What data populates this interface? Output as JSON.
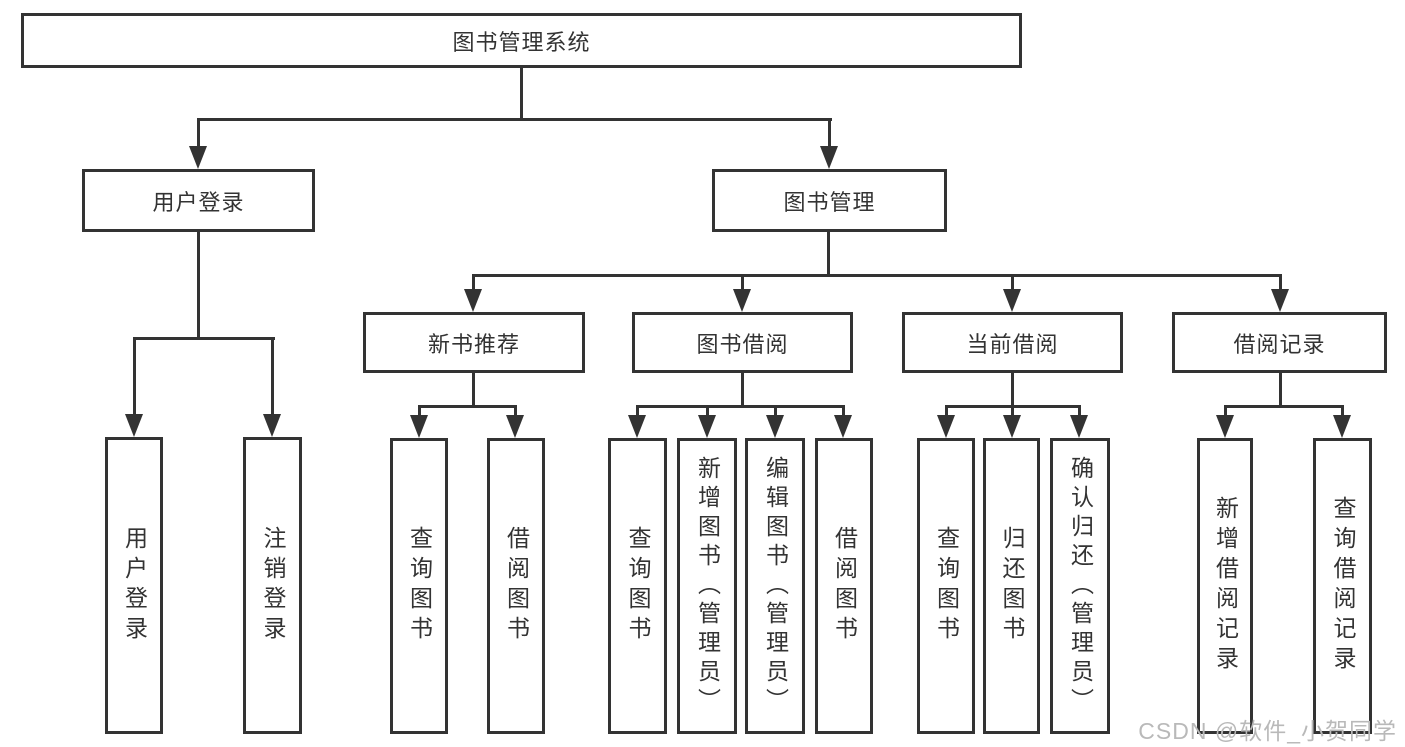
{
  "tree": {
    "label": "图书管理系统",
    "children": [
      {
        "label": "用户登录",
        "children": [
          {
            "label": "用户登录"
          },
          {
            "label": "注销登录"
          }
        ]
      },
      {
        "label": "图书管理",
        "children": [
          {
            "label": "新书推荐",
            "children": [
              {
                "label": "查询图书"
              },
              {
                "label": "借阅图书"
              }
            ]
          },
          {
            "label": "图书借阅",
            "children": [
              {
                "label": "查询图书"
              },
              {
                "label": "新增图书（管理员）"
              },
              {
                "label": "编辑图书（管理员）"
              },
              {
                "label": "借阅图书"
              }
            ]
          },
          {
            "label": "当前借阅",
            "children": [
              {
                "label": "查询图书"
              },
              {
                "label": "归还图书"
              },
              {
                "label": "确认归还（管理员）"
              }
            ]
          },
          {
            "label": "借阅记录",
            "children": [
              {
                "label": "新增借阅记录"
              },
              {
                "label": "查询借阅记录"
              }
            ]
          }
        ]
      }
    ]
  },
  "watermark": {
    "text": "CSDN @软件_小贺同学",
    "color": "#b9b9b9"
  },
  "colors": {
    "line": "#333333",
    "border": "#333333",
    "text": "#333333",
    "background": "#ffffff"
  }
}
